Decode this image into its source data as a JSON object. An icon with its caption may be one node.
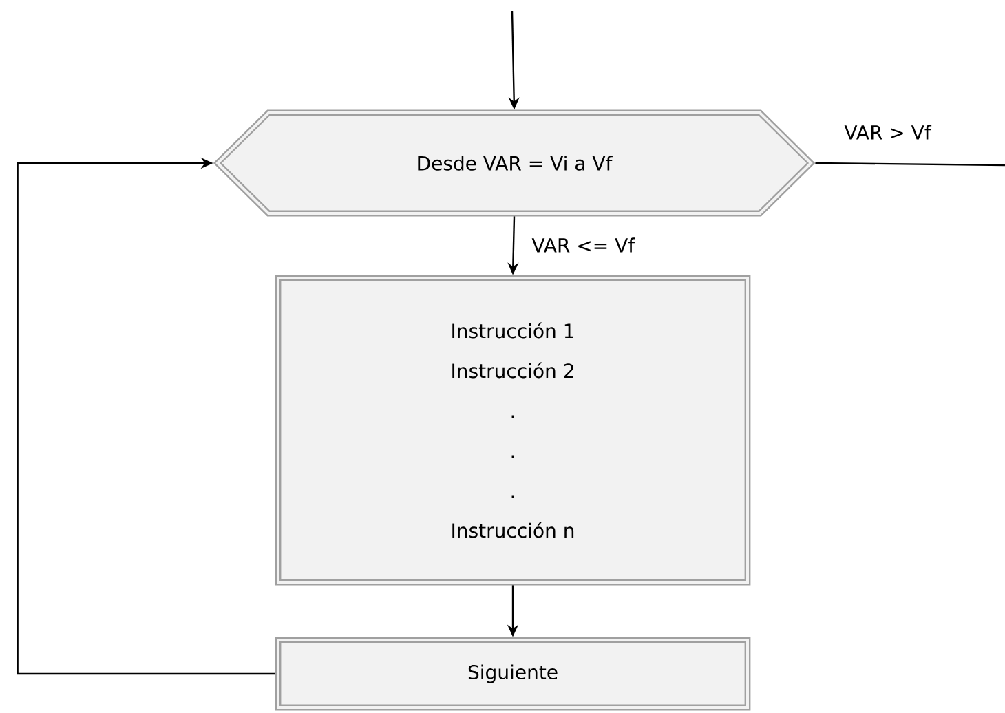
{
  "diagram": {
    "nodes": [
      {
        "text": [
          "Desde VAR = Vi a Vf"
        ]
      },
      {
        "text": [
          "Instrucción 1",
          "Instrucción 2",
          ".",
          ".",
          ".",
          "Instrucción n"
        ]
      },
      {
        "text": [
          "Siguiente"
        ]
      }
    ],
    "edges": [
      {
        "from": null,
        "to": 0,
        "arrow": "to"
      },
      {
        "from": 0,
        "to": 1,
        "arrow": "to",
        "label": "VAR <= Vf"
      },
      {
        "from": 1,
        "to": 2,
        "arrow": "to"
      },
      {
        "from": 2,
        "to": 0,
        "arrow": "to"
      },
      {
        "from": 0,
        "to": null,
        "arrow": "none",
        "label": "VAR > Vf"
      }
    ]
  }
}
